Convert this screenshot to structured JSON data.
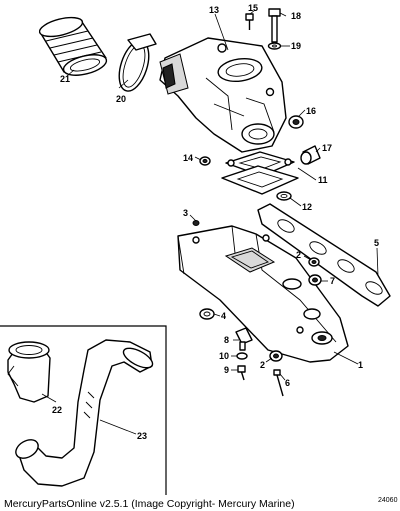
{
  "footer": {
    "caption": "MercuryPartsOnline v2.5.1 (Image Copyright- Mercury Marine)",
    "drawing_code": "24060"
  },
  "callouts": [
    "1",
    "2",
    "3",
    "4",
    "5",
    "6",
    "7",
    "8",
    "9",
    "10",
    "11",
    "12",
    "13",
    "14",
    "15",
    "16",
    "17",
    "18",
    "19",
    "20",
    "21",
    "22",
    "23",
    "2"
  ]
}
